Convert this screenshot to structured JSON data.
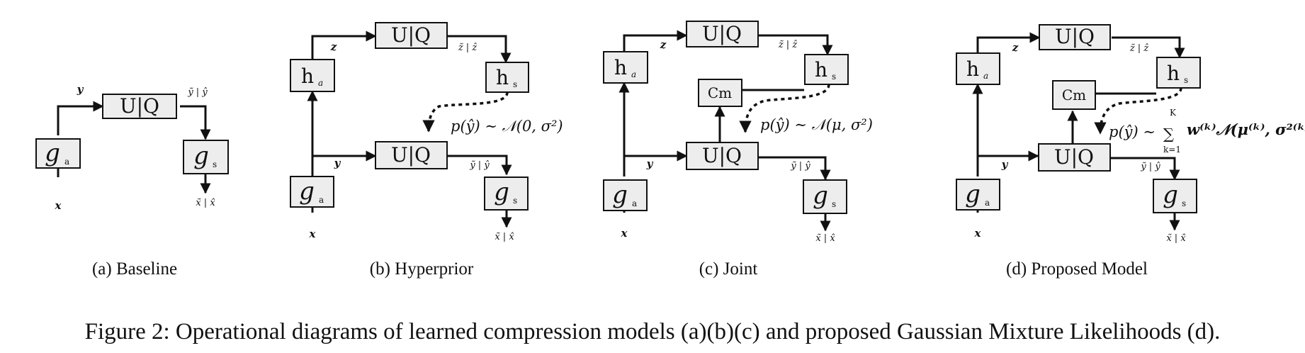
{
  "blocks": {
    "uq": "U|Q",
    "ha": "h",
    "ha_sub": "a",
    "hs": "h",
    "hs_sub": "s",
    "ga": "g",
    "ga_sub": "a",
    "gs": "g",
    "gs_sub": "s",
    "cm": "Cm"
  },
  "signals": {
    "x": "x",
    "y": "y",
    "z": "z",
    "y_pair": "ỹ | ŷ",
    "z_pair": "z̃ | ẑ",
    "x_pair": "x̃ | x̂"
  },
  "formulas": {
    "hyperprior": "p(ŷ) ∼ 𝒩(0, σ²)",
    "joint": "p(ŷ) ∼ 𝒩(μ, σ²)",
    "proposed_lhs": "p(ŷ) ∼",
    "proposed_sum": "∑",
    "proposed_sum_upper": "K",
    "proposed_sum_lower": "k=1",
    "proposed_rhs": "w⁽ᵏ⁾𝒩(μ⁽ᵏ⁾, σ²⁽ᵏ⁾"
  },
  "subcaptions": [
    "(a)  Baseline",
    "(b)  Hyperprior",
    "(c)  Joint",
    "(d)  Proposed Model"
  ],
  "caption": "Figure 2: Operational diagrams of learned compression models (a)(b)(c) and proposed Gaussian Mixture Likelihoods (d)."
}
